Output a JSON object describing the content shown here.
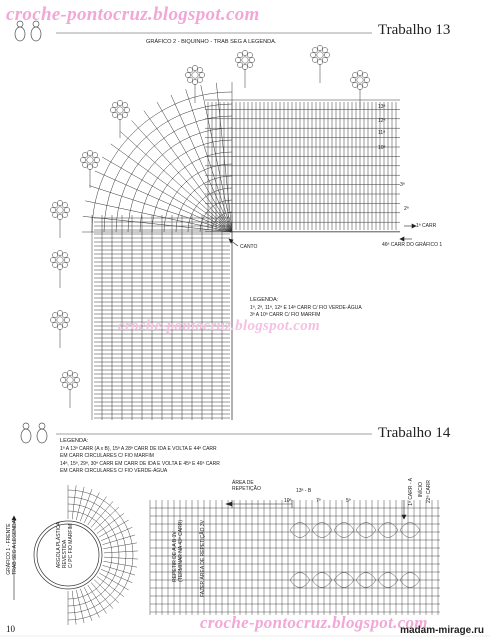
{
  "watermark": {
    "top": "croche-pontocruz.blogspot.com",
    "middle": "croche-pontocruz.blogspot.com",
    "bottom": "croche-pontocruz.blogspot.com"
  },
  "section1": {
    "title": "Trabalho 13",
    "chart_caption": "GRÁFICO 2 - BIQUINHO - TRAB SEG A LEGENDA.",
    "corner_label": "CANTO",
    "row_1_label": "1ª CARR",
    "row_46_label": "46ª CARR DO GRÁFICO 1",
    "row_13_label": "13ª",
    "row_12_label": "12ª",
    "row_11_label": "11ª",
    "row_10_label": "10ª",
    "row_2_label": "2ª",
    "row_3_label": "3ª",
    "legend_title": "LEGENDA:",
    "legend_line1": "1ª, 2ª, 11ª, 12ª E 14ª CARR C/ FIO VERDE-ÁGUA",
    "legend_line2": "3ª A 10ª CARR C/ FIO MARFIM"
  },
  "section2": {
    "title": "Trabalho 14",
    "legend_title": "LEGENDA:",
    "legend_line1": "1ª A 13ª CARR (A x B), 15ª A 28ª CARR DE IDA E VOLTA E 44ª CARR",
    "legend_line2": "EM CARR CIRCULARES C/ FIO MARFIM",
    "legend_line3": "14ª, 15ª, 29ª, 30ª CARR EM CARR DE IDA E VOLTA E 45ª E 46ª CARR",
    "legend_line4": "EM CARR CIRCULARES C/ FIO VERDE-ÁGUA",
    "repeat_area": "ÁREA DE\nREPETIÇÃO",
    "label_13b": "13ª - B",
    "label_1a": "1ª CARR - A",
    "label_start": "INÍCIO",
    "label_22": "22ª CARR",
    "label_10": "10ª",
    "label_7": "7ª",
    "label_5": "5ª",
    "graph_label": "GRÁFICO 1 - FRENTE\nTRAB SEG A LEGENDA",
    "circle_label": "ARGOLA PLÁSTICA\nREVESTIDA\nC/ PC FIO MARFIM",
    "repeat_note": "REPETIR DE A A B 1V\n(TERMINAR NA 43ª CARR)",
    "area_note": "FAZER ÁREA DE REPETIÇÃO 3V"
  },
  "footer": {
    "page_number": "10",
    "site": "madam-mirage.ru"
  }
}
